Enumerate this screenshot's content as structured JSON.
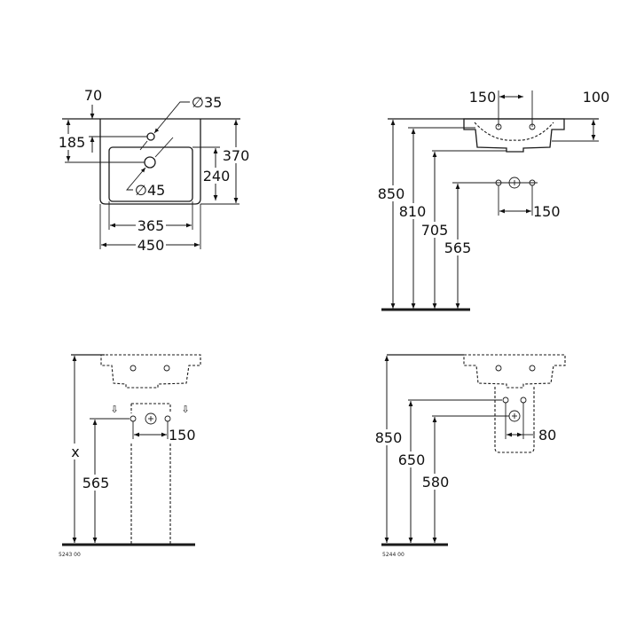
{
  "top_view": {
    "dim_tap_offset": "70",
    "dim_tap_hole": "∅35",
    "dim_drain_offset": "185",
    "dim_drain_hole": "∅45",
    "dim_depth": "370",
    "dim_bowl_depth": "240",
    "dim_bowl_width": "365",
    "dim_width": "450"
  },
  "side_view": {
    "dim_tap_spacing": "150",
    "dim_basin_height": "100",
    "dim_rim_height": "850",
    "dim_810": "810",
    "dim_705": "705",
    "dim_565": "565",
    "dim_supply_spacing": "150"
  },
  "pedestal_view": {
    "dim_x": "x",
    "dim_565": "565",
    "dim_supply_spacing": "150",
    "article_number": "5243 00"
  },
  "semipedestal_view": {
    "dim_850": "850",
    "dim_650": "650",
    "dim_580": "580",
    "dim_supply_spacing": "80",
    "article_number": "5244 00"
  }
}
